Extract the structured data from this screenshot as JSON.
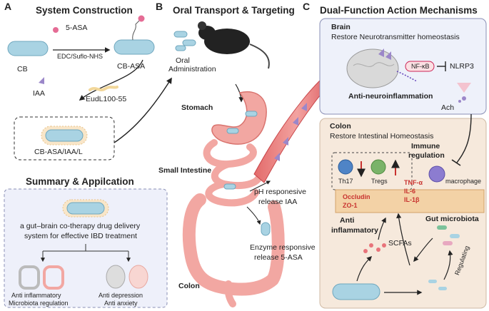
{
  "panels": {
    "a": {
      "letter": "A",
      "title": "System Construction",
      "cb": "CB",
      "reagent": "5-ASA",
      "conditions": "EDC/Suflo-NHS",
      "cb_asa": "CB-ASA",
      "iaa": "IAA",
      "eud": "EudL100-55",
      "final": "CB-ASA/IAA/L"
    },
    "summary": {
      "title": "Summary & Appilcation",
      "desc_line1": "a gut–brain co-therapy drug delivery",
      "desc_line2": "system for effective IBD treatment",
      "left_line1": "Anti inflammatory",
      "left_line2": "Microbiota regulation",
      "right_line1": "Anti depression",
      "right_line2": "Anti anxiety"
    },
    "b": {
      "letter": "B",
      "title": "Oral Transport & Targeting",
      "oral_line1": "Oral",
      "oral_line2": "Administration",
      "stomach": "Stomach",
      "small_intestine": "Small Intestine",
      "ph_line1": "pH responesive",
      "ph_line2": "release IAA",
      "enz_line1": "Enzyme responsive",
      "enz_line2": "release 5-ASA",
      "colon": "Colon"
    },
    "c": {
      "letter": "C",
      "title": "Dual-Function Action Mechanisms",
      "brain_title": "Brain",
      "brain_sub": "Restore Neurotransmitter homeostasis",
      "nfkb": "NF-κB",
      "nlrp3": "NLRP3",
      "anti_neuro": "Anti-neuroinflammation",
      "ach": "Ach",
      "colon_title": "Colon",
      "colon_sub": "Restore Intestinal Homeostasis",
      "immune_line1": "Immune",
      "immune_line2": "regulation",
      "th17": "Th17",
      "tregs": "Tregs",
      "macrophage": "macrophage",
      "tnf": "TNF-α",
      "il6": "IL-6",
      "il1": "IL-1β",
      "occludin": "Occludin",
      "zo1": "ZO-1",
      "anti_inf_line1": "Anti",
      "anti_inf_line2": "inflammatory",
      "gut_micro": "Gut microbiota",
      "scfas": "SCFAs",
      "regulating": "Regulating"
    }
  },
  "colors": {
    "nanorod": "#a9d3e3",
    "nanorod_edge": "#6fa7be",
    "intestine": "#f2a7a2",
    "intestine_edge": "#d9736e",
    "vessel": "#e0595c",
    "colon_panel": "#f6e9dc",
    "brain_panel": "#eef1fa",
    "summary_panel": "#eef0fa",
    "iaa": "#9b87c9",
    "red_text": "#c8322f"
  }
}
